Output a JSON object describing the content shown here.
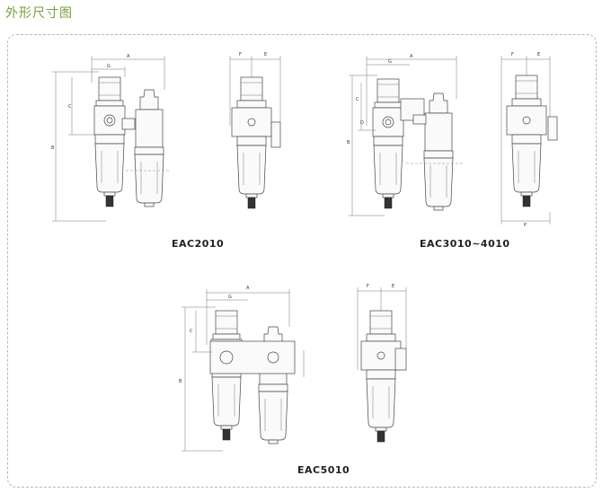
{
  "title": "外形尺寸图",
  "models": [
    "EAC2010",
    "EAC3010~4010",
    "EAC5010"
  ],
  "dim_letters": {
    "A": "A",
    "B": "B",
    "C": "C",
    "D": "D",
    "E": "E",
    "F": "F",
    "G": "G",
    "P": "P"
  }
}
